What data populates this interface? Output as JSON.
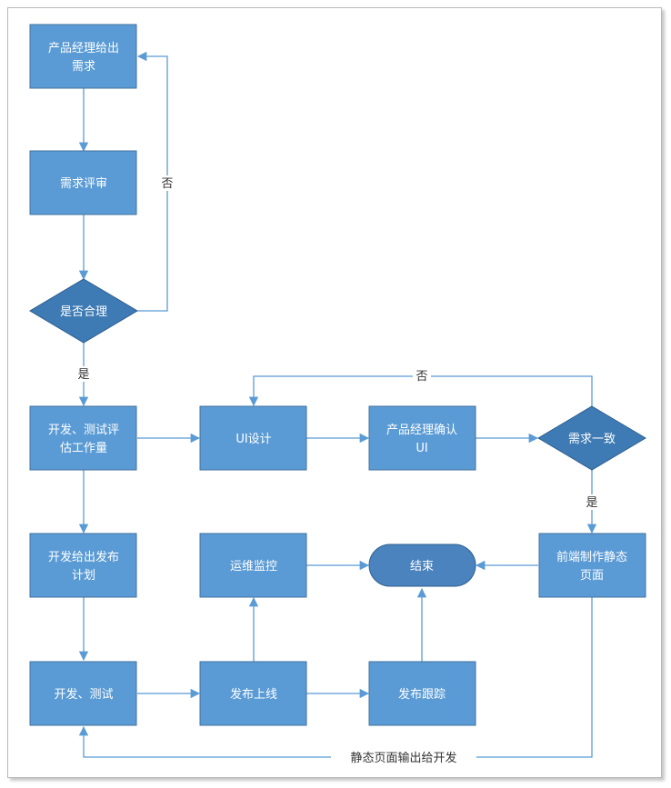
{
  "colors": {
    "node_fill": "#5b9bd5",
    "node_stroke": "#41719c",
    "diamond_fill": "#3e7ab4",
    "end_fill": "#4a83bd",
    "line": "#5b9bd5",
    "text": "#ffffff",
    "label_text": "#333333"
  },
  "nodes": {
    "pm_requirement": [
      "产品经理给出",
      "需求"
    ],
    "req_review": [
      "需求评审"
    ],
    "is_reasonable": [
      "是否合理"
    ],
    "dev_test_estimate": [
      "开发、测试评",
      "估工作量"
    ],
    "ui_design": [
      "UI设计"
    ],
    "pm_confirm_ui": [
      "产品经理确认",
      "UI"
    ],
    "req_consistent": [
      "需求一致"
    ],
    "release_plan": [
      "开发给出发布",
      "计划"
    ],
    "ops_monitor": [
      "运维监控"
    ],
    "end": [
      "结束"
    ],
    "frontend_static": [
      "前端制作静态",
      "页面"
    ],
    "dev_test": [
      "开发、测试"
    ],
    "release_online": [
      "发布上线"
    ],
    "release_track": [
      "发布跟踪"
    ]
  },
  "labels": {
    "no_1": "否",
    "yes_1": "是",
    "no_2": "否",
    "yes_2": "是",
    "static_to_dev": "静态页面输出给开发"
  }
}
